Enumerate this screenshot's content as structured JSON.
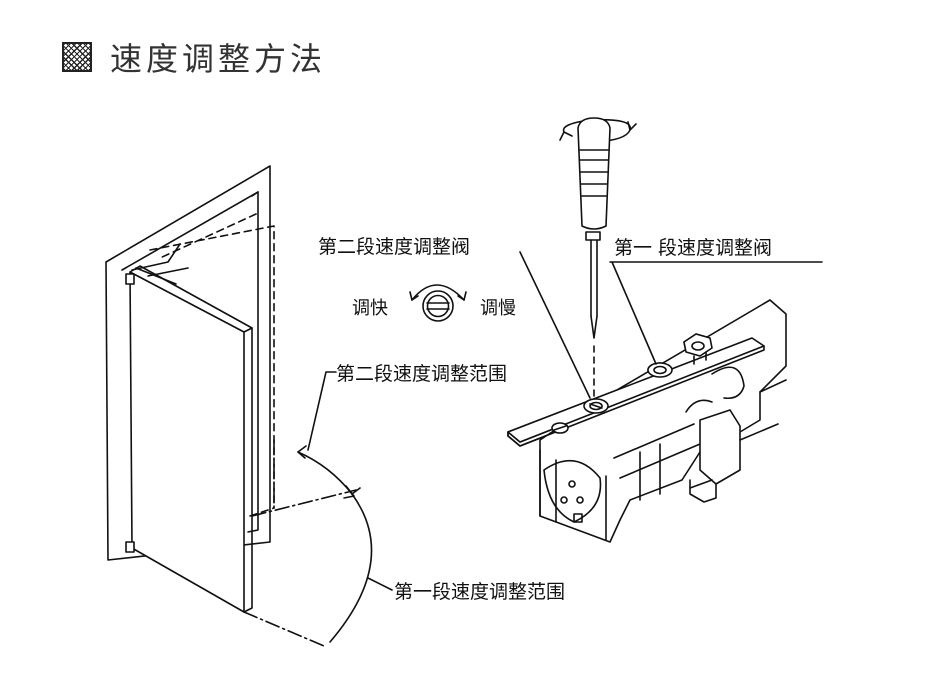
{
  "header": {
    "title": "速度调整方法",
    "bullet_icon": "hatched-square-icon"
  },
  "labels": {
    "valve_second": "第二段速度调整阀",
    "valve_first": "第一 段速度调整阀",
    "adjust_fast": "调快",
    "adjust_slow": "调慢",
    "range_second": "第二段速度调整范围",
    "range_first": "第一段速度调整范围"
  },
  "icons": {
    "screwdriver": "screwdriver-icon",
    "rotation": "rotate-arrow-icon",
    "valve_knob": "valve-knob-icon"
  },
  "colors": {
    "line": "#111111",
    "background": "#ffffff",
    "title": "#333333"
  }
}
